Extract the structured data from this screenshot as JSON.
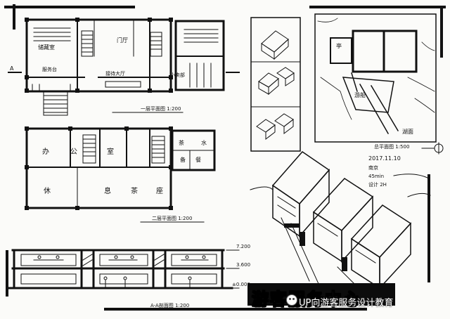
{
  "plan1": {
    "rooms": [
      "储藏室",
      "门厅",
      "服务台",
      "接待大厅",
      "小卖部"
    ],
    "caption": "一层平面图 1:200",
    "section_marker": "A"
  },
  "plan2": {
    "rooms": [
      "办",
      "公",
      "室",
      "休",
      "息",
      "茶",
      "座",
      "茶",
      "水",
      "备",
      "餐"
    ],
    "caption": "二层平面图 1:200"
  },
  "section": {
    "caption": "A-A剖面图 1:200",
    "levels": [
      "7.200",
      "3.600",
      "±0.000"
    ]
  },
  "site": {
    "labels": [
      "亭",
      "游船",
      "湖面"
    ],
    "caption": "总平面图 1:500"
  },
  "notes": {
    "date": "2017.11.10",
    "lines": [
      "南京",
      "45min",
      "设计 2H"
    ]
  },
  "title": {
    "text": "游客服务中心"
  },
  "watermark": {
    "text": "UP向游客服务设计教育"
  }
}
